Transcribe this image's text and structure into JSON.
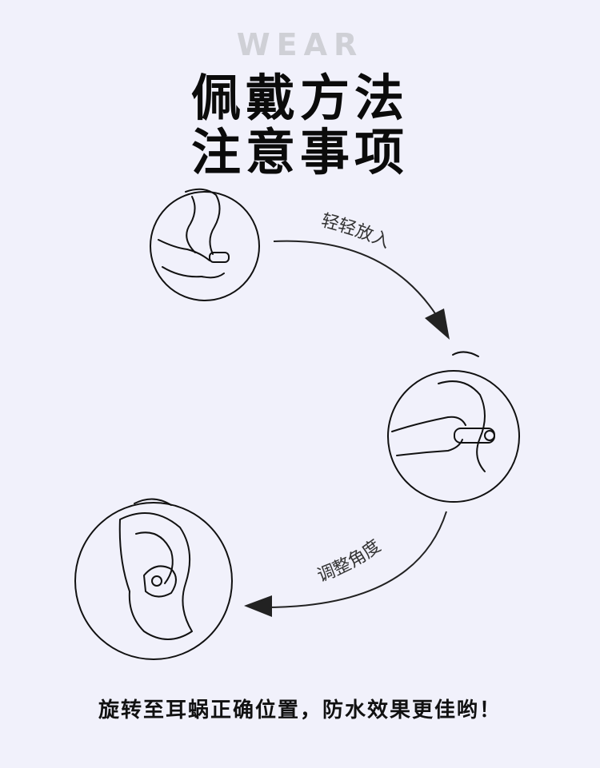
{
  "header": {
    "watermark": "WEAR",
    "title_line1": "佩戴方法",
    "title_line2": "注意事项"
  },
  "steps": {
    "step1_label": "轻轻放入",
    "step2_label": "调整角度"
  },
  "footer": {
    "note": "旋转至耳蜗正确位置，防水效果更佳哟！"
  }
}
